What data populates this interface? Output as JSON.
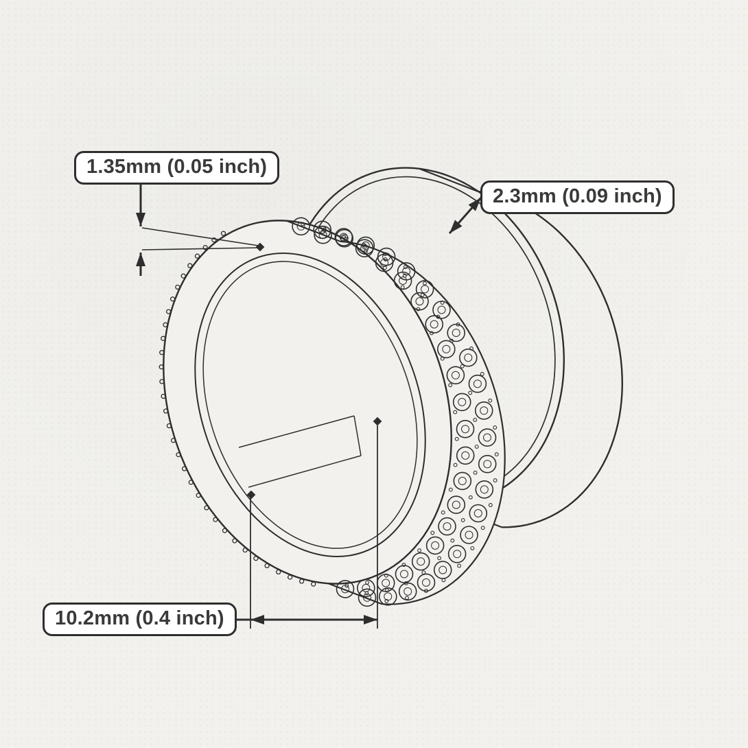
{
  "diagram": {
    "labels": {
      "band_thickness": "1.35mm (0.05 inch)",
      "band_width": "2.3mm (0.09 inch)",
      "inner_diameter": "10.2mm (0.4 inch)"
    },
    "colors": {
      "background": "#f2f1ed",
      "line": "#2e2e2e",
      "label_text": "#3a3a3a",
      "label_background": "#ffffff",
      "label_border": "#2e2e2e"
    }
  }
}
